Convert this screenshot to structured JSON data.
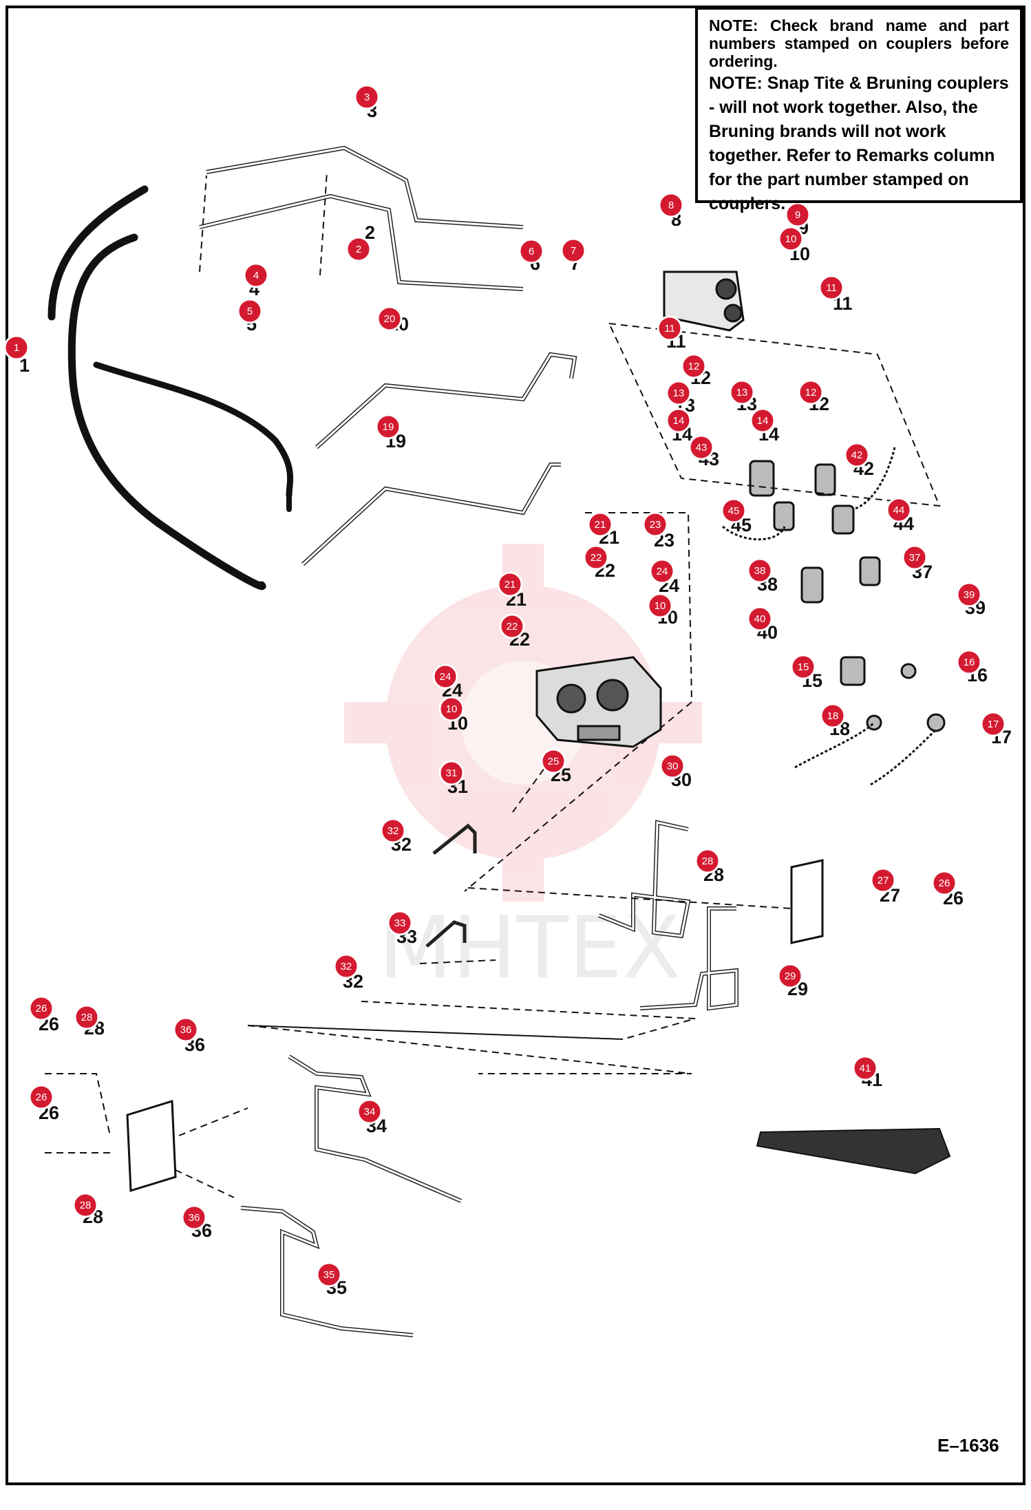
{
  "notes": [
    "NOTE: Check brand name and part numbers stamped on couplers before ordering.",
    "NOTE: Snap Tite & Bruning couplers - will not work together. Also, the Bruning brands will not work together. Refer to Remarks column for the part number stamped on couplers."
  ],
  "figure_id": "E–1636",
  "watermark": "МНТЕХ",
  "callouts": [
    {
      "label": "1"
    },
    {
      "label": "2"
    },
    {
      "label": "3"
    },
    {
      "label": "4"
    },
    {
      "label": "5"
    },
    {
      "label": "6"
    },
    {
      "label": "7"
    },
    {
      "label": "8"
    },
    {
      "label": "9"
    },
    {
      "label": "10"
    },
    {
      "label": "11"
    },
    {
      "label": "11"
    },
    {
      "label": "12"
    },
    {
      "label": "13"
    },
    {
      "label": "13"
    },
    {
      "label": "12"
    },
    {
      "label": "14"
    },
    {
      "label": "14"
    },
    {
      "label": "43"
    },
    {
      "label": "42"
    },
    {
      "label": "45"
    },
    {
      "label": "44"
    },
    {
      "label": "20"
    },
    {
      "label": "19"
    },
    {
      "label": "21"
    },
    {
      "label": "23"
    },
    {
      "label": "22"
    },
    {
      "label": "24"
    },
    {
      "label": "21"
    },
    {
      "label": "10"
    },
    {
      "label": "22"
    },
    {
      "label": "24"
    },
    {
      "label": "10"
    },
    {
      "label": "25"
    },
    {
      "label": "38"
    },
    {
      "label": "37"
    },
    {
      "label": "39"
    },
    {
      "label": "40"
    },
    {
      "label": "15"
    },
    {
      "label": "16"
    },
    {
      "label": "18"
    },
    {
      "label": "17"
    },
    {
      "label": "31"
    },
    {
      "label": "30"
    },
    {
      "label": "32"
    },
    {
      "label": "28"
    },
    {
      "label": "27"
    },
    {
      "label": "26"
    },
    {
      "label": "33"
    },
    {
      "label": "32"
    },
    {
      "label": "29"
    },
    {
      "label": "26"
    },
    {
      "label": "28"
    },
    {
      "label": "36"
    },
    {
      "label": "26"
    },
    {
      "label": "34"
    },
    {
      "label": "28"
    },
    {
      "label": "36"
    },
    {
      "label": "35"
    },
    {
      "label": "41"
    }
  ],
  "part_numbers": [
    {
      "label": "1"
    },
    {
      "label": "2"
    },
    {
      "label": "3"
    },
    {
      "label": "4"
    },
    {
      "label": "5"
    },
    {
      "label": "6"
    },
    {
      "label": "7"
    },
    {
      "label": "8"
    },
    {
      "label": "9"
    },
    {
      "label": "10"
    },
    {
      "label": "11"
    },
    {
      "label": "11"
    },
    {
      "label": "12"
    },
    {
      "label": "13"
    },
    {
      "label": "13"
    },
    {
      "label": "12"
    },
    {
      "label": "14"
    },
    {
      "label": "14"
    },
    {
      "label": "43"
    },
    {
      "label": "42"
    },
    {
      "label": "45"
    },
    {
      "label": "44"
    },
    {
      "label": "20"
    },
    {
      "label": "19"
    },
    {
      "label": "21"
    },
    {
      "label": "23"
    },
    {
      "label": "22"
    },
    {
      "label": "24"
    },
    {
      "label": "21"
    },
    {
      "label": "10"
    },
    {
      "label": "22"
    },
    {
      "label": "24"
    },
    {
      "label": "10"
    },
    {
      "label": "25"
    },
    {
      "label": "38"
    },
    {
      "label": "37"
    },
    {
      "label": "39"
    },
    {
      "label": "40"
    },
    {
      "label": "15"
    },
    {
      "label": "16"
    },
    {
      "label": "18"
    },
    {
      "label": "17"
    },
    {
      "label": "31"
    },
    {
      "label": "30"
    },
    {
      "label": "32"
    },
    {
      "label": "28"
    },
    {
      "label": "27"
    },
    {
      "label": "26"
    },
    {
      "label": "33"
    },
    {
      "label": "32"
    },
    {
      "label": "29"
    },
    {
      "label": "26"
    },
    {
      "label": "28"
    },
    {
      "label": "36"
    },
    {
      "label": "26"
    },
    {
      "label": "34"
    },
    {
      "label": "28"
    },
    {
      "label": "36"
    },
    {
      "label": "35"
    },
    {
      "label": "41"
    }
  ]
}
